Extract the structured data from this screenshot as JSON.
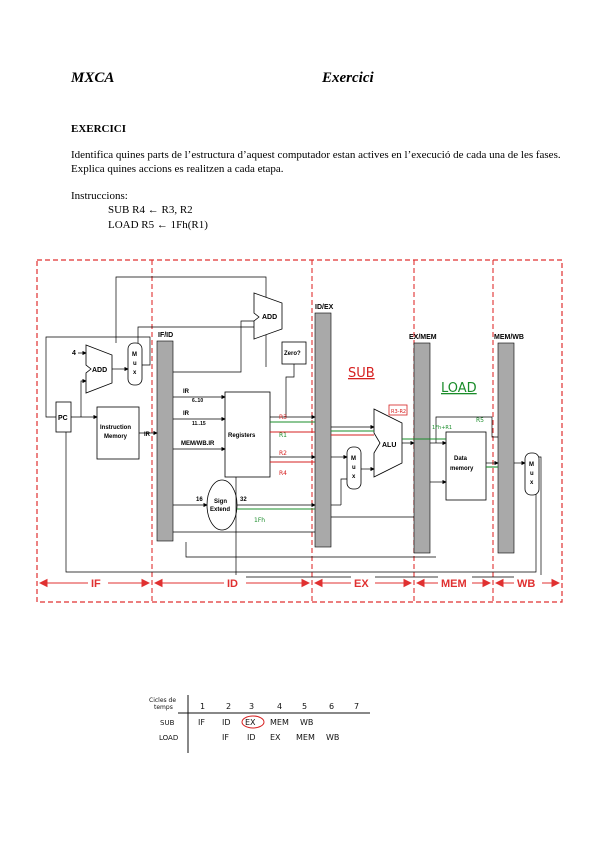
{
  "header": {
    "left": "MXCA",
    "right": "Exercici"
  },
  "section_title": "EXERCICI",
  "paragraph": "Identifica quines parts de l’estructura d’aquest computador estan actives en l’execució de cada una de les fases. Explica quines accions es realitzen a cada etapa.",
  "instructions": {
    "label": "Instruccions:",
    "items": [
      "SUB R4 ← R3, R2",
      "LOAD R5 ← 1Fh(R1)"
    ]
  },
  "diagram": {
    "registers_labels": {
      "if_id": "IF/ID",
      "id_ex": "ID/EX",
      "ex_mem": "EX/MEM",
      "mem_wb": "MEM/WB"
    },
    "blocks": {
      "pc": "PC",
      "add1": "ADD",
      "add2": "ADD",
      "four": "4",
      "mux": [
        "M",
        "u",
        "x"
      ],
      "instruction_memory": [
        "Instruction",
        "Memory"
      ],
      "ir_out": "IR",
      "ir_a": "IR",
      "ir_a_sub": "6..10",
      "ir_b": "IR",
      "ir_b_sub": "11..15",
      "mem_wb_ir": "MEM/WB.IR",
      "registers": "Registers",
      "zero": "Zero?",
      "sign_extend": [
        "Sign",
        "Extend"
      ],
      "bits_16": "16",
      "bits_32": "32",
      "alu": "ALU",
      "data_memory": [
        "Data",
        "memory"
      ]
    },
    "stages": [
      "IF",
      "ID",
      "EX",
      "MEM",
      "WB"
    ],
    "annotations": {
      "sub": "SUB",
      "load": "LOAD",
      "r3": "R3",
      "r2": "R2",
      "r4": "R4",
      "r1": "R1",
      "imm": "1Fh",
      "minus": "R3-R2",
      "addr": "1Fh+R1",
      "r5": "R5"
    }
  },
  "timing_table": {
    "corner": [
      "Cicles de",
      "temps"
    ],
    "cycles": [
      "1",
      "2",
      "3",
      "4",
      "5",
      "6",
      "7"
    ],
    "rows": [
      {
        "label": "SUB",
        "stages": [
          "IF",
          "ID",
          "EX",
          "MEM",
          "WB"
        ]
      },
      {
        "label": "LOAD",
        "stages": [
          "IF",
          "ID",
          "EX",
          "MEM",
          "WB"
        ]
      }
    ],
    "highlight_color": "#d62020"
  },
  "colors": {
    "stage_red": "#e03030",
    "green": "#1a8c2a",
    "register_bar": "#a9a9a9"
  }
}
